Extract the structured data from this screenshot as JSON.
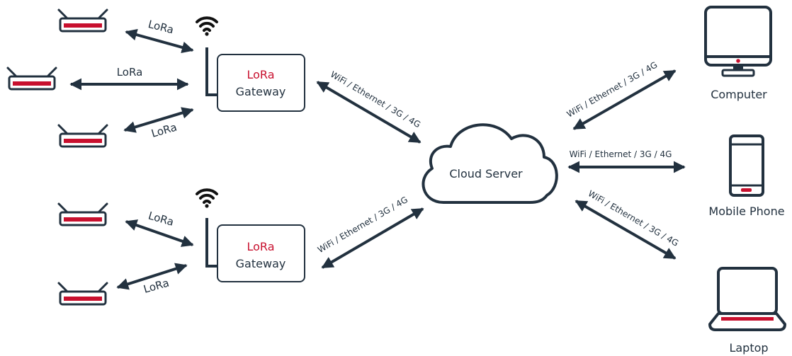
{
  "colors": {
    "dark": "#22313f",
    "accent": "#c8102e",
    "background": "#ffffff"
  },
  "gateways": [
    {
      "protocol": "LoRa",
      "label": "Gateway"
    },
    {
      "protocol": "LoRa",
      "label": "Gateway"
    }
  ],
  "node_links": {
    "top": [
      "LoRa",
      "LoRa",
      "LoRa"
    ],
    "bottom": [
      "LoRa",
      "LoRa"
    ]
  },
  "cloud": {
    "label": "Cloud Server"
  },
  "uplinks": {
    "gateway_top": "WiFi / Ethernet / 3G / 4G",
    "gateway_bottom": "WiFi / Ethernet / 3G / 4G",
    "computer": "WiFi / Ethernet / 3G / 4G",
    "phone": "WiFi / Ethernet / 3G / 4G",
    "laptop": "WiFi / Ethernet / 3G / 4G"
  },
  "clients": {
    "computer": "Computer",
    "phone": "Mobile Phone",
    "laptop": "Laptop"
  },
  "icons": [
    "router-icon",
    "wifi-icon",
    "antenna-icon",
    "cloud-icon",
    "computer-icon",
    "mobile-phone-icon",
    "laptop-icon"
  ]
}
